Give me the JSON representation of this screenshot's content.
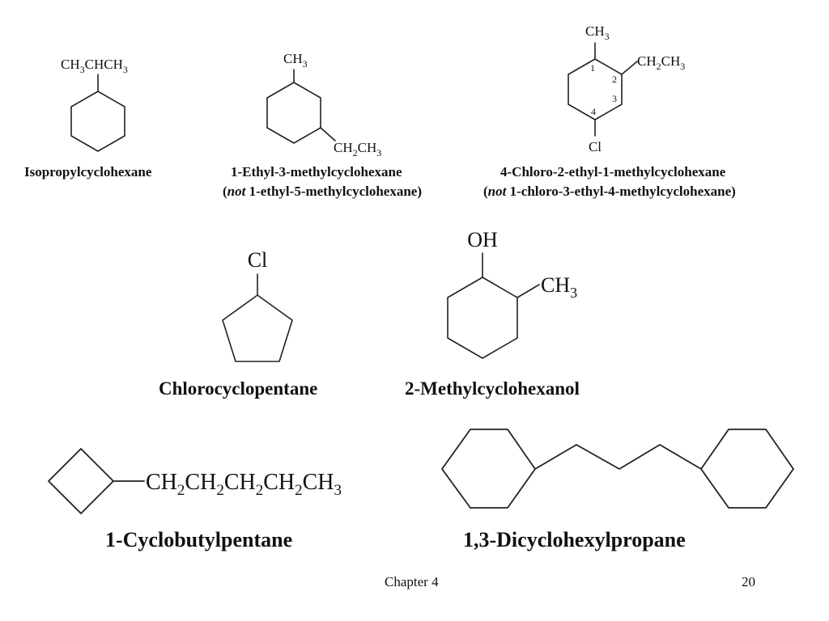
{
  "molecules": {
    "isopropyl": {
      "substituent": "CH3CHCH3",
      "name": "Isopropylcyclohexane"
    },
    "ethylmethyl": {
      "sub_top": "CH3",
      "sub_right": "CH2CH3",
      "name": "1-Ethyl-3-methylcyclohexane",
      "note_not": "not",
      "note_rest": " 1-ethyl-5-methylcyclohexane)"
    },
    "chloro_ethyl_methyl": {
      "sub_top": "CH3",
      "sub_right": "CH2CH3",
      "sub_bottom": "Cl",
      "locants": [
        "1",
        "2",
        "3",
        "4"
      ],
      "name": "4-Chloro-2-ethyl-1-methylcyclohexane",
      "note_not": "not",
      "note_rest": " 1-chloro-3-ethyl-4-methylcyclohexane)"
    },
    "chlorocyclopentane": {
      "sub_top": "Cl",
      "name": "Chlorocyclopentane"
    },
    "methylcyclohexanol": {
      "sub_top": "OH",
      "sub_right": "CH3",
      "name": "2-Methylcyclohexanol"
    },
    "cyclobutylpentane": {
      "chain": "CH2CH2CH2CH2CH3",
      "name": "1-Cyclobutylpentane"
    },
    "dicyclohexylpropane": {
      "name": "1,3-Dicyclohexylpropane"
    }
  },
  "footer": {
    "chapter": "Chapter 4",
    "page": "20"
  }
}
